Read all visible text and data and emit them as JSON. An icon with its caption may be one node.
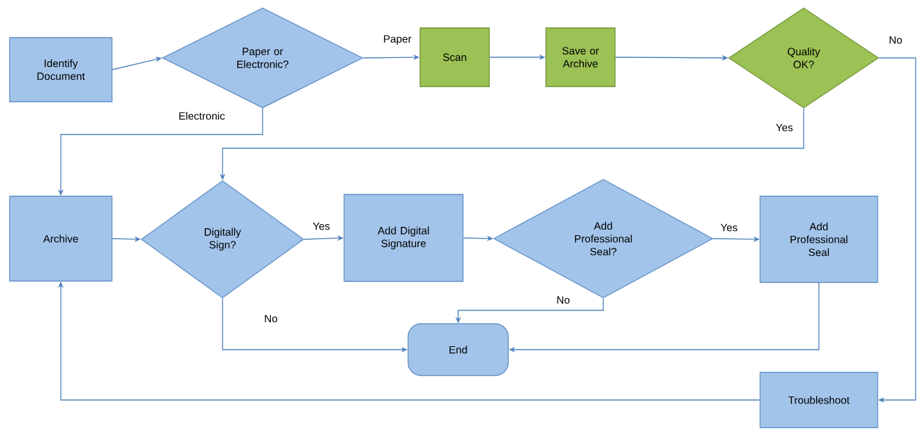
{
  "diagram": {
    "nodes": [
      {
        "text": [
          "Identify Document"
        ]
      },
      {
        "text": [
          "Paper or Electronic?"
        ]
      },
      {
        "text": [
          "Scan"
        ]
      },
      {
        "text": [
          "Save or Archive"
        ]
      },
      {
        "text": [
          "Quality OK?"
        ]
      },
      {
        "text": [
          "Archive"
        ]
      },
      {
        "text": [
          "Digitally Sign?"
        ]
      },
      {
        "text": [
          "Add Digital Signature"
        ]
      },
      {
        "text": [
          "Add Professional Seal?"
        ]
      },
      {
        "text": [
          "Add Professional Seal"
        ]
      },
      {
        "text": [
          "End"
        ]
      },
      {
        "text": [
          "Troubleshoot"
        ]
      }
    ],
    "edges": [
      {
        "from": 0,
        "to": 1,
        "arrow": "to"
      },
      {
        "from": 1,
        "to": 2,
        "arrow": "to",
        "label": "Paper"
      },
      {
        "from": 2,
        "to": 3,
        "arrow": "to"
      },
      {
        "from": 3,
        "to": 4,
        "arrow": "to"
      },
      {
        "from": 4,
        "to": 11,
        "arrow": "to",
        "label": "No"
      },
      {
        "from": 1,
        "to": 5,
        "arrow": "to",
        "label": "Electronic"
      },
      {
        "from": 4,
        "to": 6,
        "arrow": "to",
        "label": "Yes"
      },
      {
        "from": 5,
        "to": 6,
        "arrow": "to"
      },
      {
        "from": 6,
        "to": 7,
        "arrow": "to",
        "label": "Yes"
      },
      {
        "from": 7,
        "to": 8,
        "arrow": "to"
      },
      {
        "from": 8,
        "to": 9,
        "arrow": "to",
        "label": "Yes"
      },
      {
        "from": 6,
        "to": 10,
        "arrow": "to",
        "label": "No"
      },
      {
        "from": 8,
        "to": 10,
        "arrow": "to",
        "label": "No"
      },
      {
        "from": 9,
        "to": 10,
        "arrow": "to"
      },
      {
        "from": 11,
        "to": 5,
        "arrow": "to"
      }
    ]
  }
}
